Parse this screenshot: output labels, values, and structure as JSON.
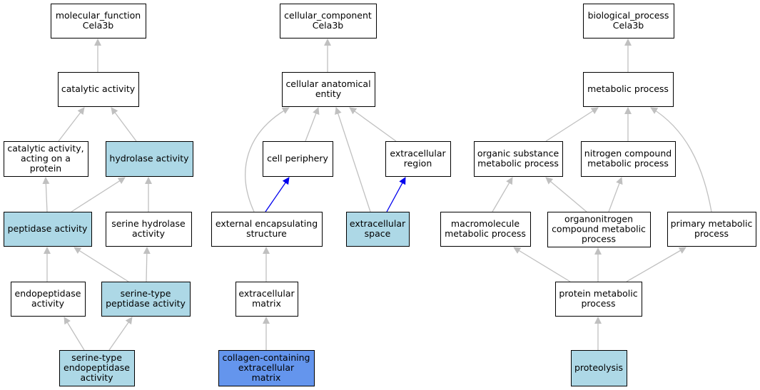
{
  "colors": {
    "edge_default": "#c0c0c0",
    "edge_highlight": "#0000ee",
    "node_default_fill": "#ffffff",
    "node_annotated_fill": "#add8e6",
    "node_selected_fill": "#6495ed",
    "node_border": "#000000"
  },
  "nodes": [
    {
      "id": "mf_root",
      "lines": [
        "molecular_function",
        "Cela3b"
      ],
      "fill": "#ffffff"
    },
    {
      "id": "catalytic",
      "lines": [
        "catalytic activity"
      ],
      "fill": "#ffffff"
    },
    {
      "id": "cat_protein",
      "lines": [
        "catalytic activity,",
        "acting on a",
        "protein"
      ],
      "fill": "#ffffff"
    },
    {
      "id": "hydrolase",
      "lines": [
        "hydrolase activity"
      ],
      "fill": "#add8e6"
    },
    {
      "id": "peptidase",
      "lines": [
        "peptidase activity"
      ],
      "fill": "#add8e6"
    },
    {
      "id": "serine_hydrolase",
      "lines": [
        "serine hydrolase",
        "activity"
      ],
      "fill": "#ffffff"
    },
    {
      "id": "endopeptidase",
      "lines": [
        "endopeptidase",
        "activity"
      ],
      "fill": "#ffffff"
    },
    {
      "id": "serine_peptidase",
      "lines": [
        "serine-type",
        "peptidase activity"
      ],
      "fill": "#add8e6"
    },
    {
      "id": "serine_endopeptidase",
      "lines": [
        "serine-type",
        "endopeptidase",
        "activity"
      ],
      "fill": "#add8e6"
    },
    {
      "id": "cc_root",
      "lines": [
        "cellular_component",
        "Cela3b"
      ],
      "fill": "#ffffff"
    },
    {
      "id": "anatomical",
      "lines": [
        "cellular anatomical",
        "entity"
      ],
      "fill": "#ffffff"
    },
    {
      "id": "periphery",
      "lines": [
        "cell periphery"
      ],
      "fill": "#ffffff"
    },
    {
      "id": "ext_region",
      "lines": [
        "extracellular",
        "region"
      ],
      "fill": "#ffffff"
    },
    {
      "id": "ext_encaps",
      "lines": [
        "external encapsulating",
        "structure"
      ],
      "fill": "#ffffff"
    },
    {
      "id": "ext_space",
      "lines": [
        "extracellular",
        "space"
      ],
      "fill": "#add8e6"
    },
    {
      "id": "ext_matrix",
      "lines": [
        "extracellular",
        "matrix"
      ],
      "fill": "#ffffff"
    },
    {
      "id": "collagen",
      "lines": [
        "collagen-containing",
        "extracellular",
        "matrix"
      ],
      "fill": "#6495ed"
    },
    {
      "id": "bp_root",
      "lines": [
        "biological_process",
        "Cela3b"
      ],
      "fill": "#ffffff"
    },
    {
      "id": "metabolic",
      "lines": [
        "metabolic process"
      ],
      "fill": "#ffffff"
    },
    {
      "id": "organic",
      "lines": [
        "organic substance",
        "metabolic process"
      ],
      "fill": "#ffffff"
    },
    {
      "id": "nitrogen",
      "lines": [
        "nitrogen compound",
        "metabolic process"
      ],
      "fill": "#ffffff"
    },
    {
      "id": "macromolecule",
      "lines": [
        "macromolecule",
        "metabolic process"
      ],
      "fill": "#ffffff"
    },
    {
      "id": "organonitrogen",
      "lines": [
        "organonitrogen",
        "compound metabolic",
        "process"
      ],
      "fill": "#ffffff"
    },
    {
      "id": "primary",
      "lines": [
        "primary metabolic",
        "process"
      ],
      "fill": "#ffffff"
    },
    {
      "id": "protein_metabolic",
      "lines": [
        "protein metabolic",
        "process"
      ],
      "fill": "#ffffff"
    },
    {
      "id": "proteolysis",
      "lines": [
        "proteolysis"
      ],
      "fill": "#add8e6"
    }
  ],
  "edges": [
    {
      "from": "catalytic",
      "to": "mf_root",
      "color": "grey"
    },
    {
      "from": "cat_protein",
      "to": "catalytic",
      "color": "grey"
    },
    {
      "from": "hydrolase",
      "to": "catalytic",
      "color": "grey"
    },
    {
      "from": "peptidase",
      "to": "cat_protein",
      "color": "grey"
    },
    {
      "from": "peptidase",
      "to": "hydrolase",
      "color": "grey"
    },
    {
      "from": "serine_hydrolase",
      "to": "hydrolase",
      "color": "grey"
    },
    {
      "from": "endopeptidase",
      "to": "peptidase",
      "color": "grey"
    },
    {
      "from": "serine_peptidase",
      "to": "peptidase",
      "color": "grey"
    },
    {
      "from": "serine_peptidase",
      "to": "serine_hydrolase",
      "color": "grey"
    },
    {
      "from": "serine_endopeptidase",
      "to": "endopeptidase",
      "color": "grey"
    },
    {
      "from": "serine_endopeptidase",
      "to": "serine_peptidase",
      "color": "grey"
    },
    {
      "from": "anatomical",
      "to": "cc_root",
      "color": "grey"
    },
    {
      "from": "periphery",
      "to": "anatomical",
      "color": "grey"
    },
    {
      "from": "ext_region",
      "to": "anatomical",
      "color": "grey"
    },
    {
      "from": "ext_encaps",
      "to": "anatomical",
      "color": "grey"
    },
    {
      "from": "ext_encaps",
      "to": "periphery",
      "color": "blue"
    },
    {
      "from": "ext_space",
      "to": "anatomical",
      "color": "grey"
    },
    {
      "from": "ext_space",
      "to": "ext_region",
      "color": "blue"
    },
    {
      "from": "ext_matrix",
      "to": "ext_encaps",
      "color": "grey"
    },
    {
      "from": "collagen",
      "to": "ext_matrix",
      "color": "grey"
    },
    {
      "from": "metabolic",
      "to": "bp_root",
      "color": "grey"
    },
    {
      "from": "organic",
      "to": "metabolic",
      "color": "grey"
    },
    {
      "from": "nitrogen",
      "to": "metabolic",
      "color": "grey"
    },
    {
      "from": "primary",
      "to": "metabolic",
      "color": "grey"
    },
    {
      "from": "macromolecule",
      "to": "organic",
      "color": "grey"
    },
    {
      "from": "organonitrogen",
      "to": "organic",
      "color": "grey"
    },
    {
      "from": "organonitrogen",
      "to": "nitrogen",
      "color": "grey"
    },
    {
      "from": "protein_metabolic",
      "to": "macromolecule",
      "color": "grey"
    },
    {
      "from": "protein_metabolic",
      "to": "organonitrogen",
      "color": "grey"
    },
    {
      "from": "protein_metabolic",
      "to": "primary",
      "color": "grey"
    },
    {
      "from": "proteolysis",
      "to": "protein_metabolic",
      "color": "grey"
    }
  ]
}
